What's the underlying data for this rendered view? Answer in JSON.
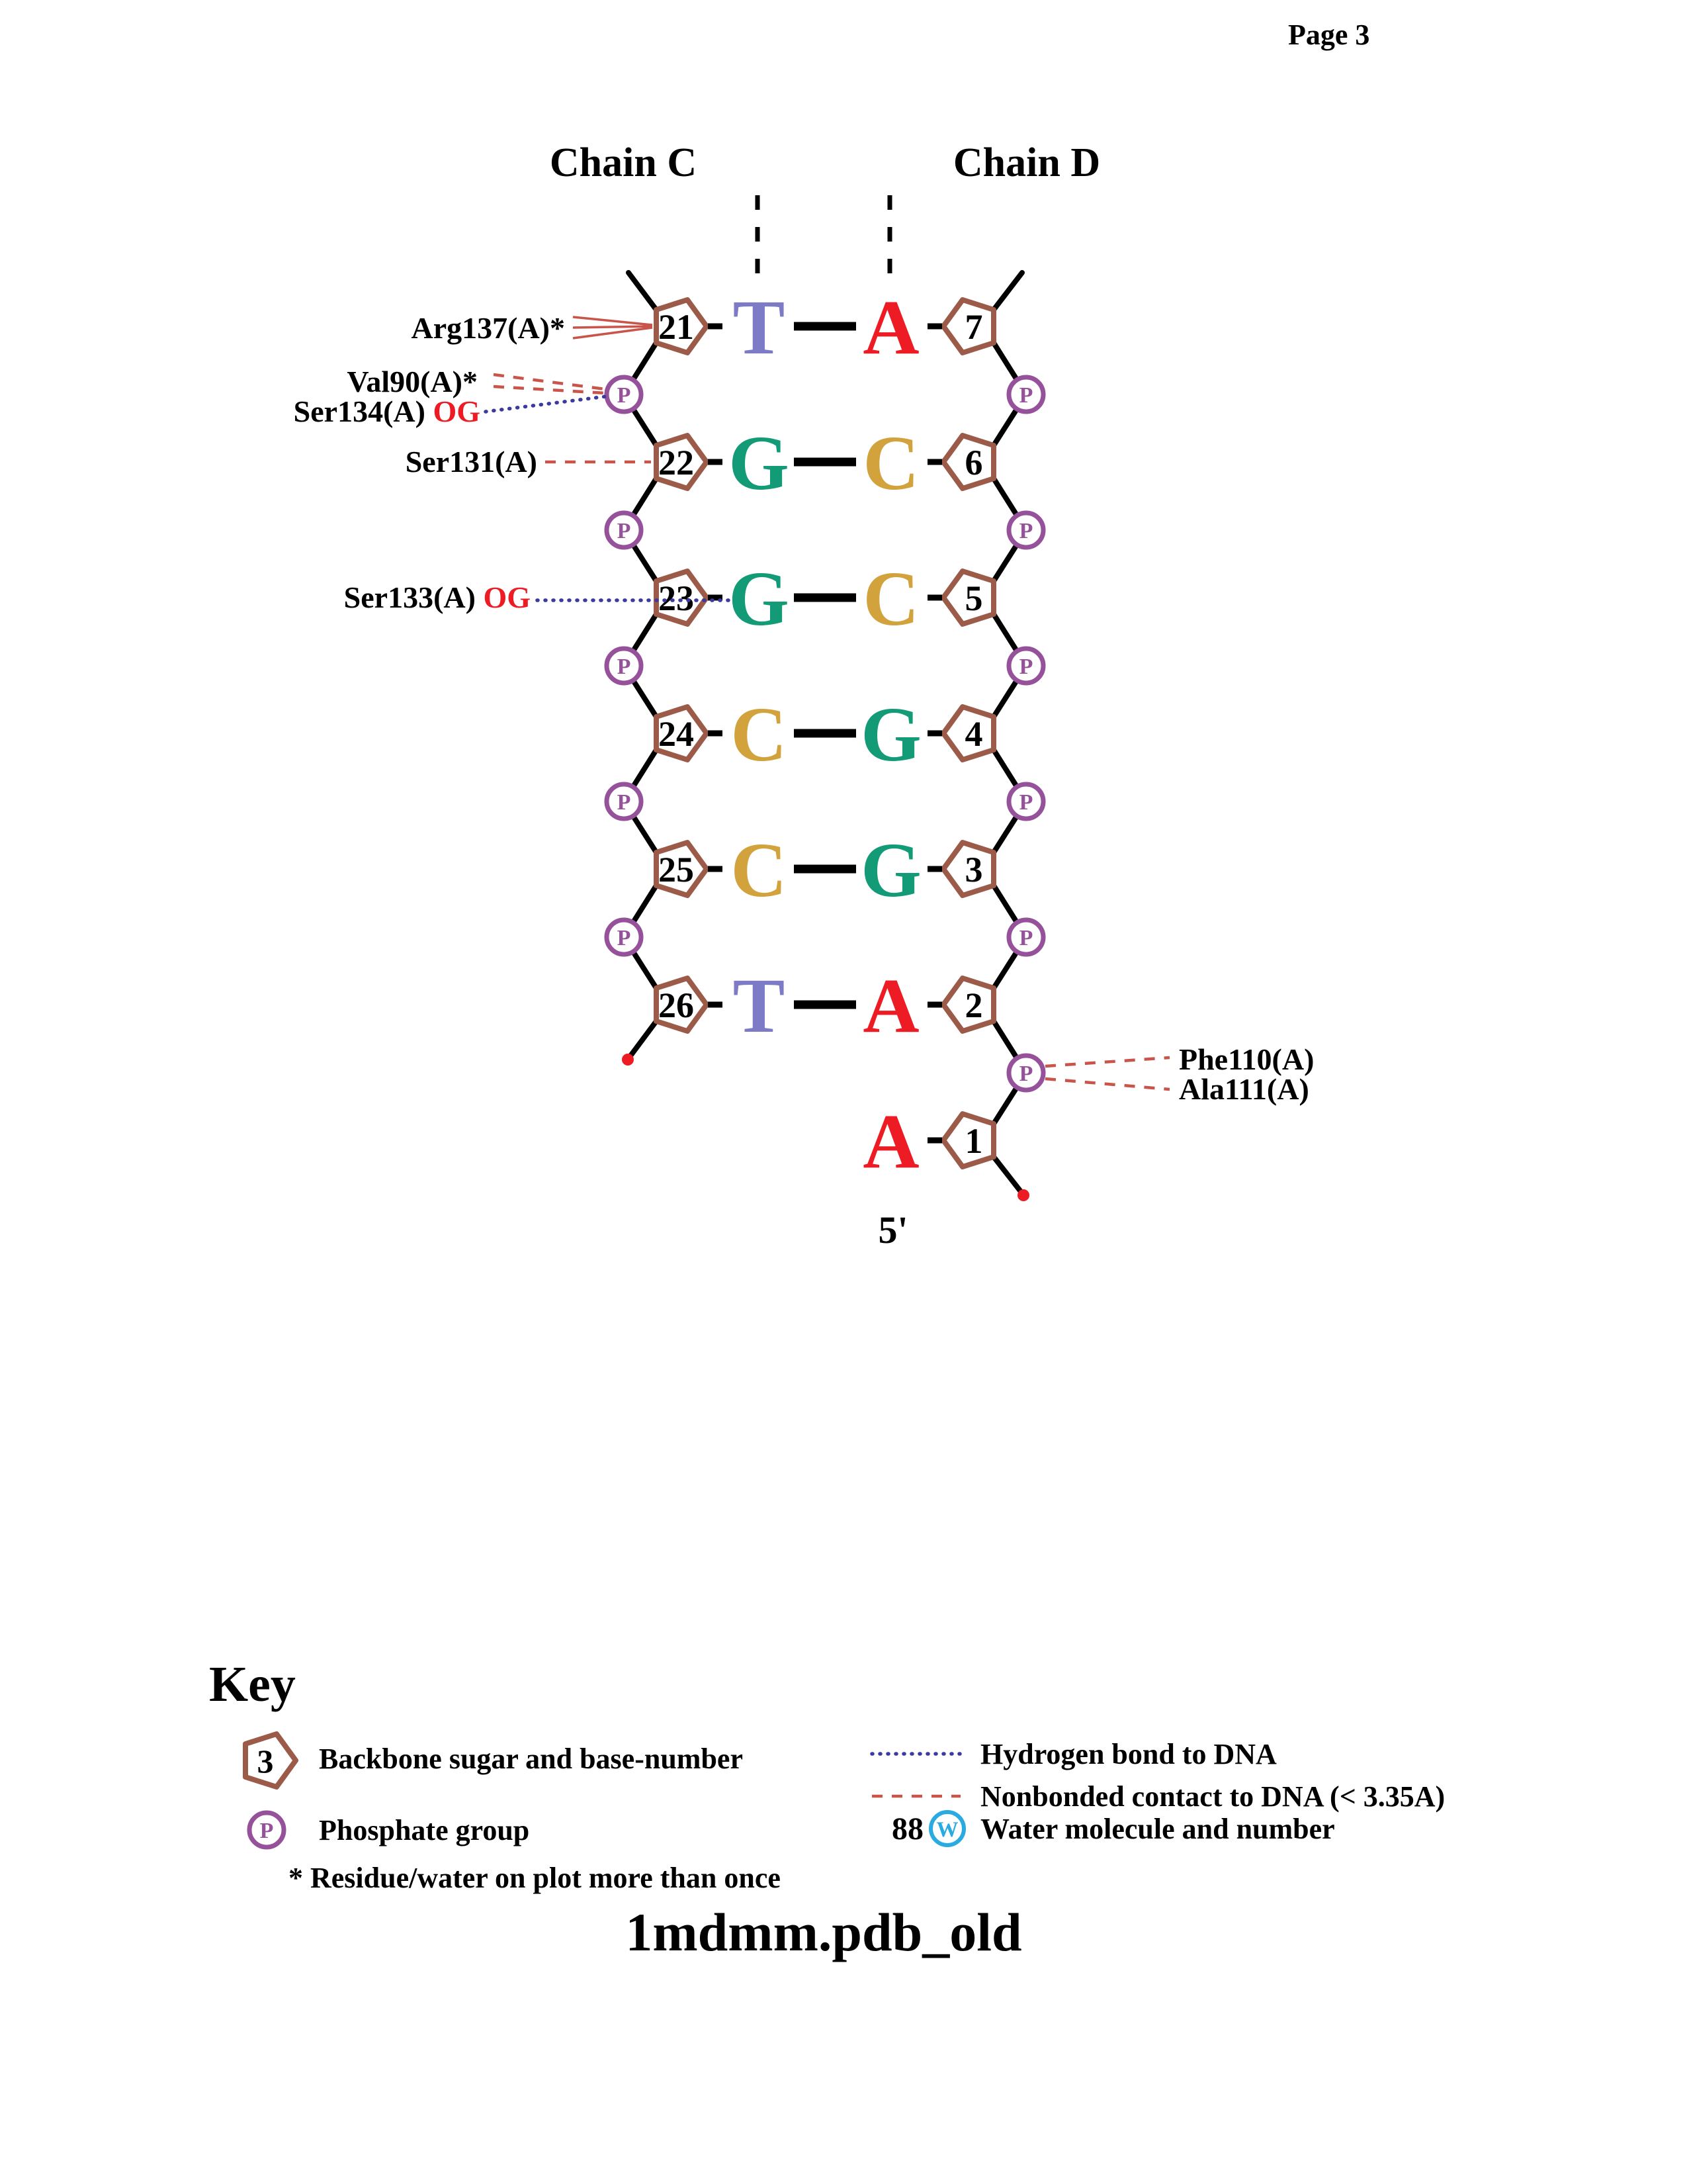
{
  "page": {
    "page_label": "Page 3",
    "title": "1mdmm.pdb_old"
  },
  "chains": {
    "left": "Chain C",
    "right": "Chain D",
    "five_prime": "5'"
  },
  "ladder": {
    "phosphate_label": "P",
    "rows": [
      {
        "left_number": "21",
        "left_base": "T",
        "right_base": "A",
        "right_number": "7"
      },
      {
        "left_number": "22",
        "left_base": "G",
        "right_base": "C",
        "right_number": "6"
      },
      {
        "left_number": "23",
        "left_base": "G",
        "right_base": "C",
        "right_number": "5"
      },
      {
        "left_number": "24",
        "left_base": "C",
        "right_base": "G",
        "right_number": "4"
      },
      {
        "left_number": "25",
        "left_base": "C",
        "right_base": "G",
        "right_number": "3"
      },
      {
        "left_number": "26",
        "left_base": "T",
        "right_base": "A",
        "right_number": "2"
      }
    ],
    "unpaired": {
      "right_base": "A",
      "right_number": "1"
    }
  },
  "contacts": {
    "arg137": {
      "label": "Arg137(A)*"
    },
    "val90": {
      "label": "Val90(A)*"
    },
    "ser134": {
      "label": "Ser134(A) ",
      "suffix": "OG"
    },
    "ser131": {
      "label": "Ser131(A)"
    },
    "ser133": {
      "label": "Ser133(A) ",
      "suffix": "OG"
    },
    "phe110": {
      "label": "Phe110(A)"
    },
    "ala111": {
      "label": "Ala111(A)"
    }
  },
  "key": {
    "heading": "Key",
    "sugar_number": "3",
    "sugar_label": "Backbone sugar and base-number",
    "phosphate_symbol": "P",
    "phosphate_label": "Phosphate group",
    "asterisk_note": "* Residue/water on plot more than once",
    "hbond_label": "Hydrogen bond to DNA",
    "nonbonded_label": "Nonbonded contact to DNA (< 3.35A)",
    "water_number": "88",
    "water_symbol": "W",
    "water_label": "Water molecule and number"
  },
  "base_colors": {
    "A": "#ed1c24",
    "T": "#7d7bc6",
    "G": "#129b76",
    "C": "#d2a23d"
  },
  "colors": {
    "sugar-brown": "#9c5b49",
    "phosphate-purple": "#96519b",
    "hbond-blue": "#3a3aa0",
    "nonbond-red": "#c9544a",
    "water-cyan": "#29abe2",
    "end-dot-red": "#ed1c24",
    "ink": "#000000"
  }
}
